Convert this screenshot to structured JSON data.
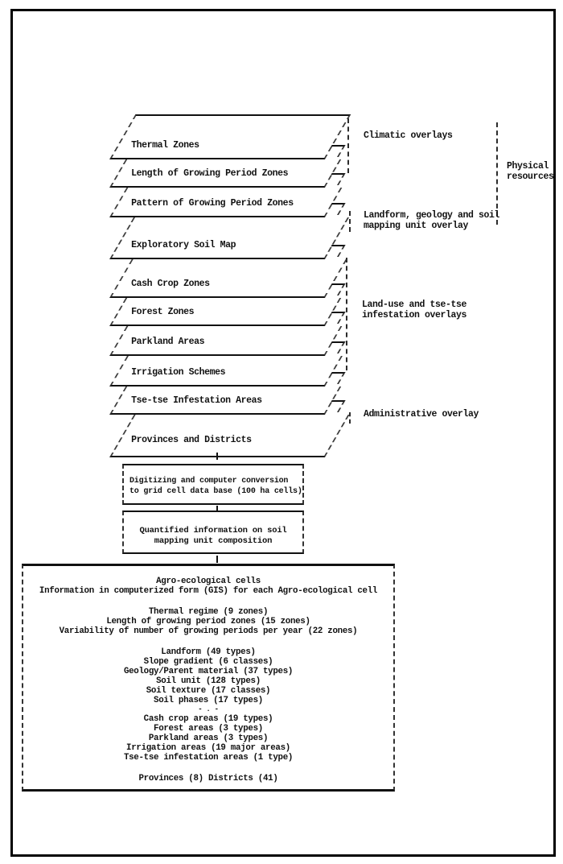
{
  "overlay_stack": {
    "layers": [
      {
        "label": "Thermal Zones"
      },
      {
        "label": "Length of Growing Period Zones"
      },
      {
        "label": "Pattern of Growing Period Zones"
      },
      {
        "label": "Exploratory Soil Map"
      },
      {
        "label": "Cash Crop Zones"
      },
      {
        "label": "Forest Zones"
      },
      {
        "label": "Parkland Areas"
      },
      {
        "label": "Irrigation Schemes"
      },
      {
        "label": "Tse-tse Infestation Areas"
      },
      {
        "label": "Provinces and Districts"
      }
    ]
  },
  "annotations": {
    "climatic": "Climatic overlays",
    "physical_line1": "Physical",
    "physical_line2": "resources",
    "landform_line1": "Landform, geology and soil",
    "landform_line2": "mapping unit overlay",
    "landuse_line1": "Land-use and tse-tse",
    "landuse_line2": "infestation overlays",
    "administrative": "Administrative overlay"
  },
  "process_boxes": [
    {
      "line1": "Digitizing and computer conversion",
      "line2": "to grid cell data base (100 ha cells)"
    },
    {
      "line1": "Quantified information on soil",
      "line2": "mapping unit composition"
    }
  ],
  "result_box": {
    "header": [
      "Agro-ecological cells",
      "Information in computerized form (GIS) for each Agro-ecological cell"
    ],
    "climate": [
      "Thermal regime (9 zones)",
      "Length of growing period zones (15 zones)",
      "Variability of number of growing periods per year (22 zones)"
    ],
    "terrain": [
      "Landform (49 types)",
      "Slope gradient (6 classes)",
      "Geology/Parent material (37 types)",
      "Soil unit  (128 types)",
      "Soil texture (17 classes)",
      "Soil phases (17 types)"
    ],
    "divider": "- . -",
    "landuse": [
      "Cash crop areas (19 types)",
      "Forest areas (3 types)",
      "Parkland areas (3 types)",
      "Irrigation areas (19 major areas)",
      "Tse-tse infestation areas (1 type)"
    ],
    "administrative": [
      "Provinces (8) Districts (41)"
    ]
  }
}
